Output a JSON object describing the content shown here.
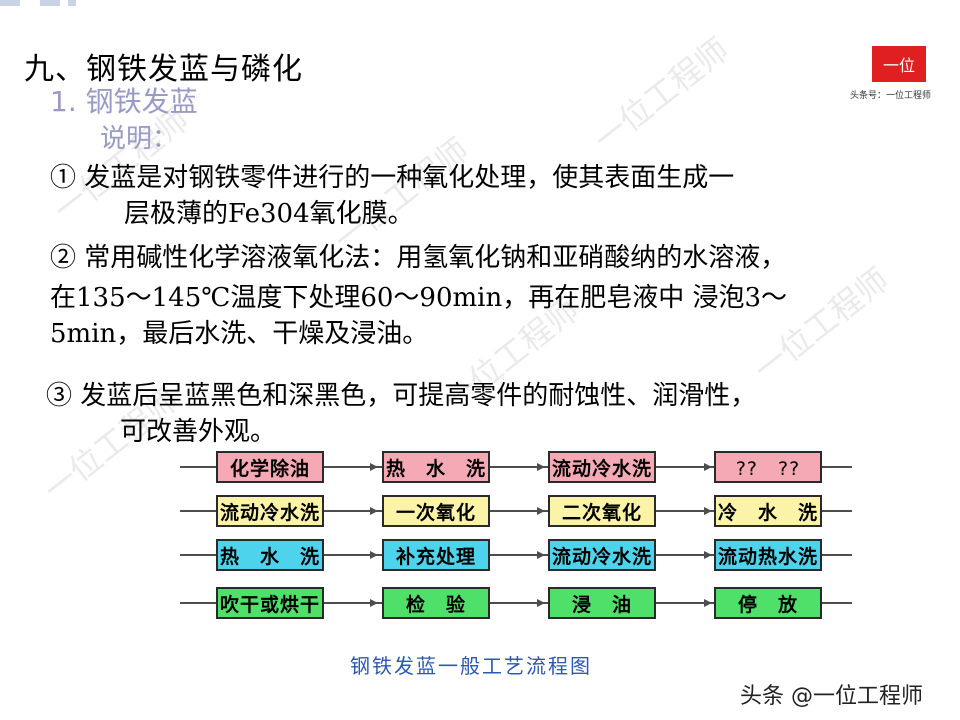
{
  "title": "九、钢铁发蓝与磷化",
  "section": "1. 钢铁发蓝",
  "note_label": "说明：",
  "p1_line1": "① 发蓝是对钢铁零件进行的一种氧化处理，使其表面生成一",
  "p1_line2": "层极薄的Fe304氧化膜。",
  "p2_line1": "② 常用碱性化学溶液氧化法：用氢氧化钠和亚硝酸纳的水溶液，",
  "p2_line2": "在135～145℃温度下处理60～90min，再在肥皂液中 浸泡3～",
  "p2_line3": "5min，最后水洗、干燥及浸油。",
  "p3_line1": "③ 发蓝后呈蓝黑色和深黑色，可提高零件的耐蚀性、润滑性，",
  "p3_line2": "可改善外观。",
  "logo": {
    "badge": "一位",
    "caption": "头条号：一位工程师"
  },
  "watermark": "一位工程师",
  "flow": {
    "rows": [
      [
        "化学除油",
        "热　水　洗",
        "流动冷水洗",
        "??　??"
      ],
      [
        "流动冷水洗",
        "一次氧化",
        "二次氧化",
        "冷　水　洗"
      ],
      [
        "热　水　洗",
        "补充处理",
        "流动冷水洗",
        "流动热水洗"
      ],
      [
        "吹干或烘干",
        "检　验",
        "浸　油",
        "停　放"
      ]
    ],
    "row_colors": [
      "#f5a9b5",
      "#fbf3a8",
      "#4ed3ec",
      "#4fe06a"
    ],
    "caption": "钢铁发蓝一般工艺流程图"
  },
  "credit": "头条 @一位工程师",
  "colors": {
    "subtitle": "#9a9ac8",
    "caption": "#2b59b0",
    "logo_bg": "#e02020"
  }
}
